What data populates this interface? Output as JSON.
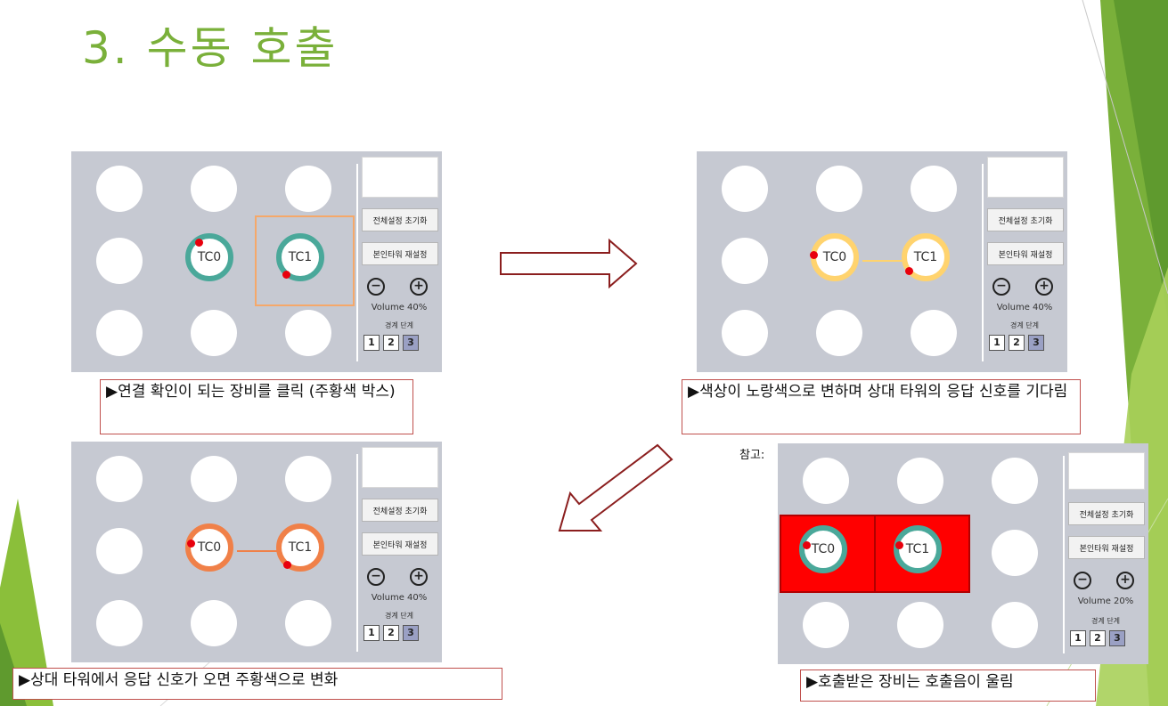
{
  "slide": {
    "title": "3. 수동 호출",
    "note": "참고:"
  },
  "colors": {
    "title_green": "#7ab03a",
    "panel_bg": "#c6c9d2",
    "ring_teal": "#4aa89a",
    "ring_yellow": "#ffd36e",
    "ring_orange": "#f08048",
    "select_box": "#f5a86a",
    "alert_red": "#ff0000",
    "caption_border": "#c0504d",
    "arrow": "#8b1e1e"
  },
  "panels": {
    "p1": {
      "tc0": "TC0",
      "tc1": "TC1",
      "reset_all": "전체설정 초기화",
      "reset_tower": "본인타워 재설정",
      "minus": "−",
      "plus": "+",
      "volume": "Volume 40%",
      "level_label": "경계 단계",
      "levels": [
        "1",
        "2",
        "3"
      ]
    },
    "p2": {
      "tc0": "TC0",
      "tc1": "TC1",
      "reset_all": "전체설정 초기화",
      "reset_tower": "본인타워 재설정",
      "minus": "−",
      "plus": "+",
      "volume": "Volume 40%",
      "level_label": "경계 단계",
      "levels": [
        "1",
        "2",
        "3"
      ]
    },
    "p3": {
      "tc0": "TC0",
      "tc1": "TC1",
      "reset_all": "전체설정 초기화",
      "reset_tower": "본인타워 재설정",
      "minus": "−",
      "plus": "+",
      "volume": "Volume 40%",
      "level_label": "경계 단계",
      "levels": [
        "1",
        "2",
        "3"
      ]
    },
    "p4": {
      "tc0": "TC0",
      "tc1": "TC1",
      "reset_all": "전체설정 초기화",
      "reset_tower": "본인타워 재설정",
      "minus": "−",
      "plus": "+",
      "volume": "Volume 20%",
      "level_label": "경계 단계",
      "levels": [
        "1",
        "2",
        "3"
      ]
    }
  },
  "captions": {
    "c1": "▶연결 확인이 되는 장비를 클릭 (주황색 박스)",
    "c2": "▶색상이 노랑색으로 변하며 상대 타워의 응답 신호를 기다림",
    "c3": "▶상대 타워에서 응답 신호가 오면 주황색으로 변화",
    "c4": "▶호출받은 장비는 호출음이 울림"
  },
  "selected_level": "3"
}
